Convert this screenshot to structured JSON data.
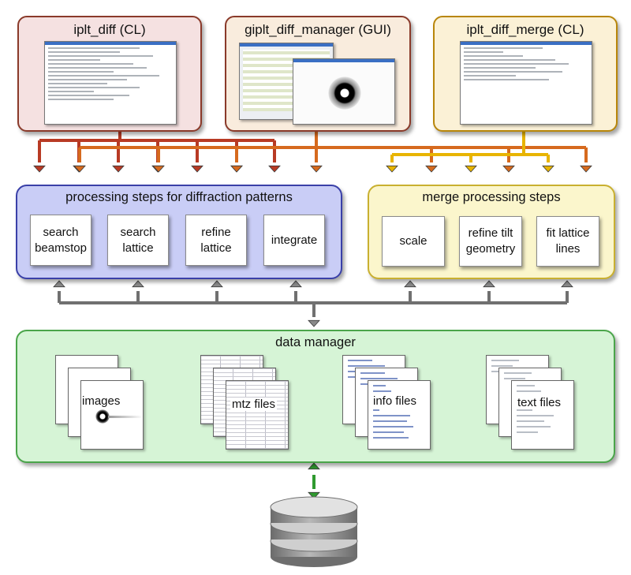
{
  "tools": {
    "diff_cl": {
      "title": "iplt_diff (CL)",
      "color": "#f5e1e1"
    },
    "diff_manager": {
      "title": "giplt_diff_manager (GUI)",
      "color": "#f9ecdd"
    },
    "merge_cl": {
      "title": "iplt_diff_merge (CL)",
      "color": "#fbf1d6"
    }
  },
  "diffraction_group": {
    "title": "processing steps for diffraction patterns",
    "color": "#c9cdf6",
    "border": "#3a40a8",
    "steps": [
      "search\nbeamstop",
      "search\nlattice",
      "refine\nlattice",
      "integrate"
    ]
  },
  "merge_group": {
    "title": "merge processing steps",
    "color": "#fbf6cc",
    "border": "#c9b030",
    "steps": [
      "scale",
      "refine tilt\ngeometry",
      "fit lattice\nlines"
    ]
  },
  "data_manager": {
    "title": "data manager",
    "color": "#d6f4d6",
    "border": "#4aa54a",
    "files": [
      "images",
      "mtz files",
      "info files",
      "text files"
    ]
  },
  "colors": {
    "arrow_red": "#b83a24",
    "arrow_orange": "#d66a1e",
    "arrow_yellow": "#e8b400",
    "arrow_gray": "#707070",
    "arrow_green": "#2f9a2f",
    "database": "#8a8a8a"
  },
  "icons": [
    "database-icon"
  ]
}
